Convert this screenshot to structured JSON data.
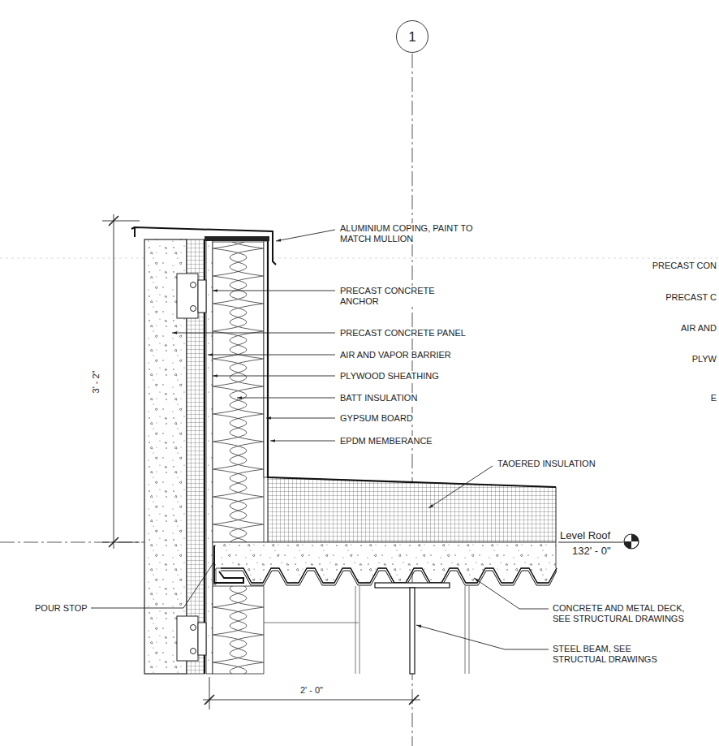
{
  "diagram": {
    "nodes": [
      {
        "text": [
          "1"
        ]
      }
    ],
    "labels": [
      "ALUMINIUM COPING, PAINT TO MATCH MULLION",
      "PRECAST CONCRETE ANCHOR",
      "PRECAST CONCRETE PANEL",
      "AIR AND VAPOR BARRIER",
      "PLYWOOD SHEATHING",
      "BATT INSULATION",
      "GYPSUM BOARD",
      "EPDM MEMBERANCE",
      "TAOERED INSULATION",
      "Level Roof",
      "132' - 0\"",
      "POUR STOP",
      "CONCRETE AND METAL DECK, SEE STRUCTURAL DRAWINGS",
      "STEEL BEAM, SEE STRUCTUAL DRAWINGS",
      "3' - 2\"",
      "2' - 0\"",
      "PRECAST CON",
      "PRECAST C",
      "AIR AND",
      "PLYW",
      "E"
    ]
  }
}
